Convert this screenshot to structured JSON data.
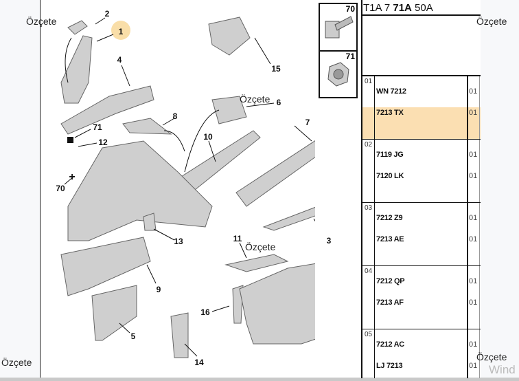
{
  "header": {
    "prefix": "T1A 7 ",
    "bold": "71A",
    "suffix": " 50A"
  },
  "thumbnails": [
    {
      "number": "70",
      "icon": "clip-nut-icon"
    },
    {
      "number": "71",
      "icon": "flange-nut-icon"
    }
  ],
  "callouts": [
    "1",
    "2",
    "3",
    "4",
    "5",
    "6",
    "7",
    "8",
    "9",
    "10",
    "11",
    "12",
    "13",
    "14",
    "15",
    "16",
    "70",
    "71"
  ],
  "overlay_label": "Özçete",
  "watermark": "Wind",
  "highlight_color": "#fbdfb2",
  "groups": [
    {
      "group": "01",
      "rows": [
        {
          "ref": "WN 7212",
          "qty": "01"
        },
        {
          "ref": "7213 TX",
          "qty": "01"
        }
      ]
    },
    {
      "group": "02",
      "rows": [
        {
          "ref": "7119 JG",
          "qty": "01"
        },
        {
          "ref": "7120 LK",
          "qty": "01"
        }
      ]
    },
    {
      "group": "03",
      "rows": [
        {
          "ref": "7212 Z9",
          "qty": "01"
        },
        {
          "ref": "7213 AE",
          "qty": "01"
        }
      ]
    },
    {
      "group": "04",
      "rows": [
        {
          "ref": "7212 QP",
          "qty": "01"
        },
        {
          "ref": "7213 AF",
          "qty": "01"
        }
      ]
    },
    {
      "group": "05",
      "rows": [
        {
          "ref": "7212 AC",
          "qty": "01"
        },
        {
          "ref": "LJ 7213",
          "qty": "01"
        }
      ]
    }
  ]
}
